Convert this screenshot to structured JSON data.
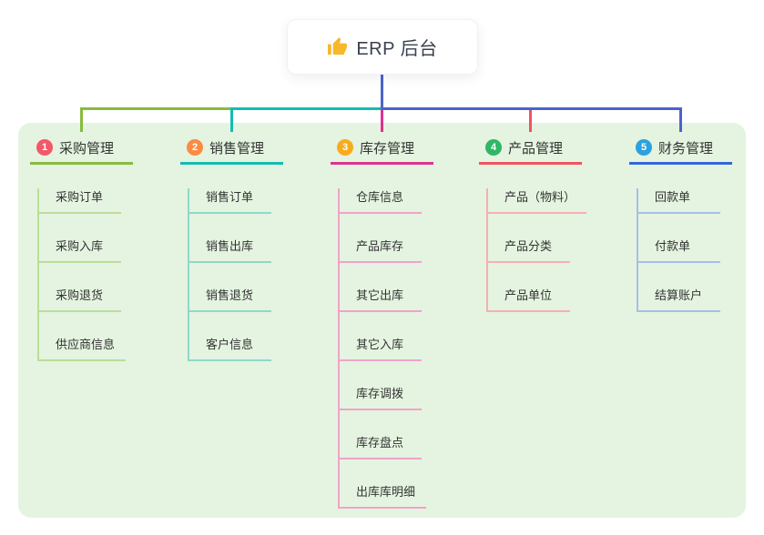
{
  "root": {
    "icon": "thumbs-up-icon",
    "title": "ERP 后台"
  },
  "colors": {
    "page_background": "#ffffff",
    "panel_background": "#e4f4e0",
    "root_connector": "#4d63c8",
    "thumb_icon": "#f7b82c",
    "text": "#333333"
  },
  "branches": [
    {
      "index": "1",
      "label": "采购管理",
      "badge_color": "#f25868",
      "line_color": "#87bb3f",
      "child_line_color": "#bbdc9a",
      "children": [
        "采购订单",
        "采购入库",
        "采购退货",
        "供应商信息"
      ]
    },
    {
      "index": "2",
      "label": "销售管理",
      "badge_color": "#fa8b45",
      "line_color": "#14bcb0",
      "child_line_color": "#8fd8cb",
      "children": [
        "销售订单",
        "销售出库",
        "销售退货",
        "客户信息"
      ]
    },
    {
      "index": "3",
      "label": "库存管理",
      "badge_color": "#f8ac1c",
      "line_color": "#dd3390",
      "child_line_color": "#f2a2cb",
      "children": [
        "仓库信息",
        "产品库存",
        "其它出库",
        "其它入库",
        "库存调拨",
        "库存盘点",
        "出库库明细"
      ]
    },
    {
      "index": "4",
      "label": "产品管理",
      "badge_color": "#2fb766",
      "line_color": "#f2525f",
      "child_line_color": "#f7afb0",
      "children": [
        "产品（物料）",
        "产品分类",
        "产品单位"
      ]
    },
    {
      "index": "5",
      "label": "财务管理",
      "badge_color": "#2ba2de",
      "line_color": "#3366d9",
      "child_line_color": "#a9bee9",
      "children": [
        "回款单",
        "付款单",
        "结算账户"
      ]
    }
  ]
}
